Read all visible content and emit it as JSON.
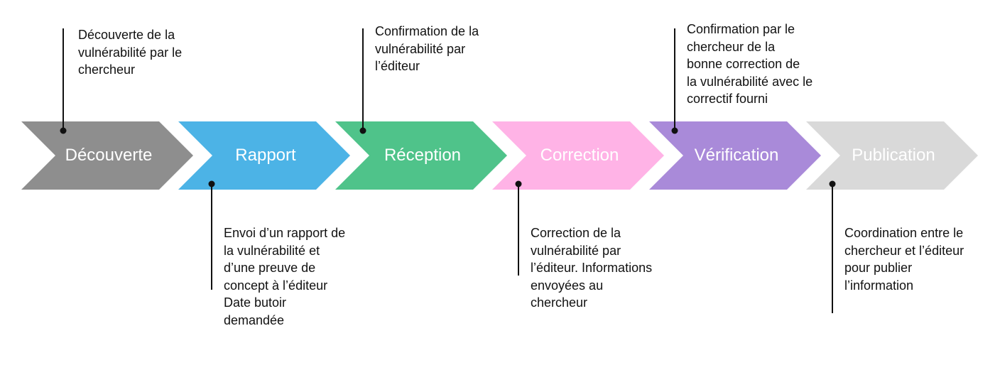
{
  "stages": [
    {
      "label": "Découverte",
      "color": "#8e8e8e",
      "text_color": "#ffffff",
      "description": "Découverte de la\nvulnérabilité par le\nchercheur"
    },
    {
      "label": "Rapport",
      "color": "#4cb3e6",
      "text_color": "#ffffff",
      "description": "Envoi d’un rapport de\nla vulnérabilité et\nd’une preuve de\nconcept à l’éditeur\nDate butoir\ndemandée"
    },
    {
      "label": "Réception",
      "color": "#4fc38a",
      "text_color": "#ffffff",
      "description": "Confirmation de la\nvulnérabilité par\nl’éditeur"
    },
    {
      "label": "Correction",
      "color": "#ffb3e6",
      "text_color": "#ffffff",
      "description": "Correction de la\nvulnérabilité par\nl’éditeur. Informations\nenvoyées au\nchercheur"
    },
    {
      "label": "Vérification",
      "color": "#a98ad9",
      "text_color": "#ffffff",
      "description": "Confirmation par le\nchercheur de la\nbonne correction de\nla vulnérabilité avec le\ncorrectif fourni"
    },
    {
      "label": "Publication",
      "color": "#d9d9d9",
      "text_color": "#ffffff",
      "description": "Coordination entre le\nchercheur et l’éditeur\npour publier\nl’information"
    }
  ]
}
